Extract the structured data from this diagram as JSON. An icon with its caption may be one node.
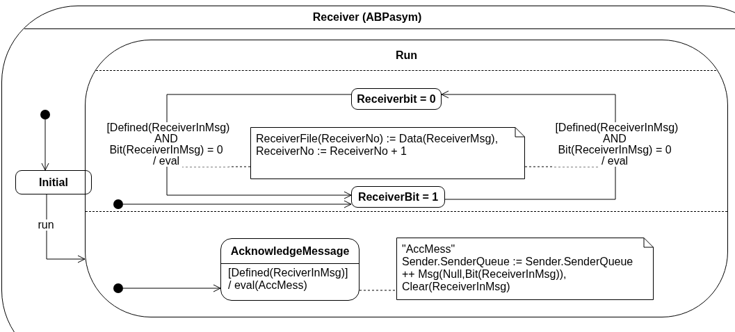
{
  "diagram": {
    "nodes": [
      {
        "text": [
          "Receiver (ABPasym)"
        ]
      },
      {
        "text": [],
        "shape": "circle",
        "in": 0
      },
      {
        "text": [
          "Initial"
        ],
        "in": 0
      },
      {
        "text": [
          "Run"
        ],
        "in": 0
      },
      {
        "text": [
          "Receiverbit = 0"
        ],
        "in": 3
      },
      {
        "text": [
          "ReceiverFile(ReceiverNo) := Data(ReceiverMsg),",
          "ReceiverNo := ReceiverNo + 1"
        ],
        "in": 3
      },
      {
        "text": [
          "ReceiverBit = 1"
        ],
        "in": 3
      },
      {
        "text": [],
        "shape": "circle",
        "in": 3
      },
      {
        "text": [
          "AcknowledgeMessage",
          "[Defined(ReciverInMsg)] / eval(AccMess)"
        ],
        "in": 3
      },
      {
        "text": [],
        "shape": "circle",
        "in": 3
      },
      {
        "text": [
          "\"AccMess\"",
          "Sender.SenderQueue := Sender.SenderQueue ++ Msg(Null,Bit(ReceiverInMsg)),",
          "Clear(ReceiverInMsg)"
        ],
        "in": 3
      }
    ],
    "edges": [
      {
        "from": 1,
        "to": 2,
        "arrow": "to"
      },
      {
        "from": 2,
        "to": 3,
        "arrow": "to",
        "label": "run"
      },
      {
        "from": 4,
        "to": 6,
        "arrow": "to",
        "label": "[Defined(ReceiverInMsg) AND Bit(ReceiverInMsg) = 0 / eval"
      },
      {
        "from": 6,
        "to": 4,
        "arrow": "to",
        "label": "[Defined(ReceiverInMsg) AND Bit(ReceiverInMsg) = 0 / eval"
      },
      {
        "from": 7,
        "to": 6,
        "arrow": "to"
      },
      {
        "from": 9,
        "to": 8,
        "arrow": "to"
      },
      {
        "from": 5,
        "to": null,
        "arrow": "none",
        "style": "dashed"
      },
      {
        "from": 5,
        "to": null,
        "arrow": "none",
        "style": "dashed"
      },
      {
        "from": 8,
        "to": 10,
        "arrow": "none",
        "style": "dashed"
      }
    ]
  }
}
